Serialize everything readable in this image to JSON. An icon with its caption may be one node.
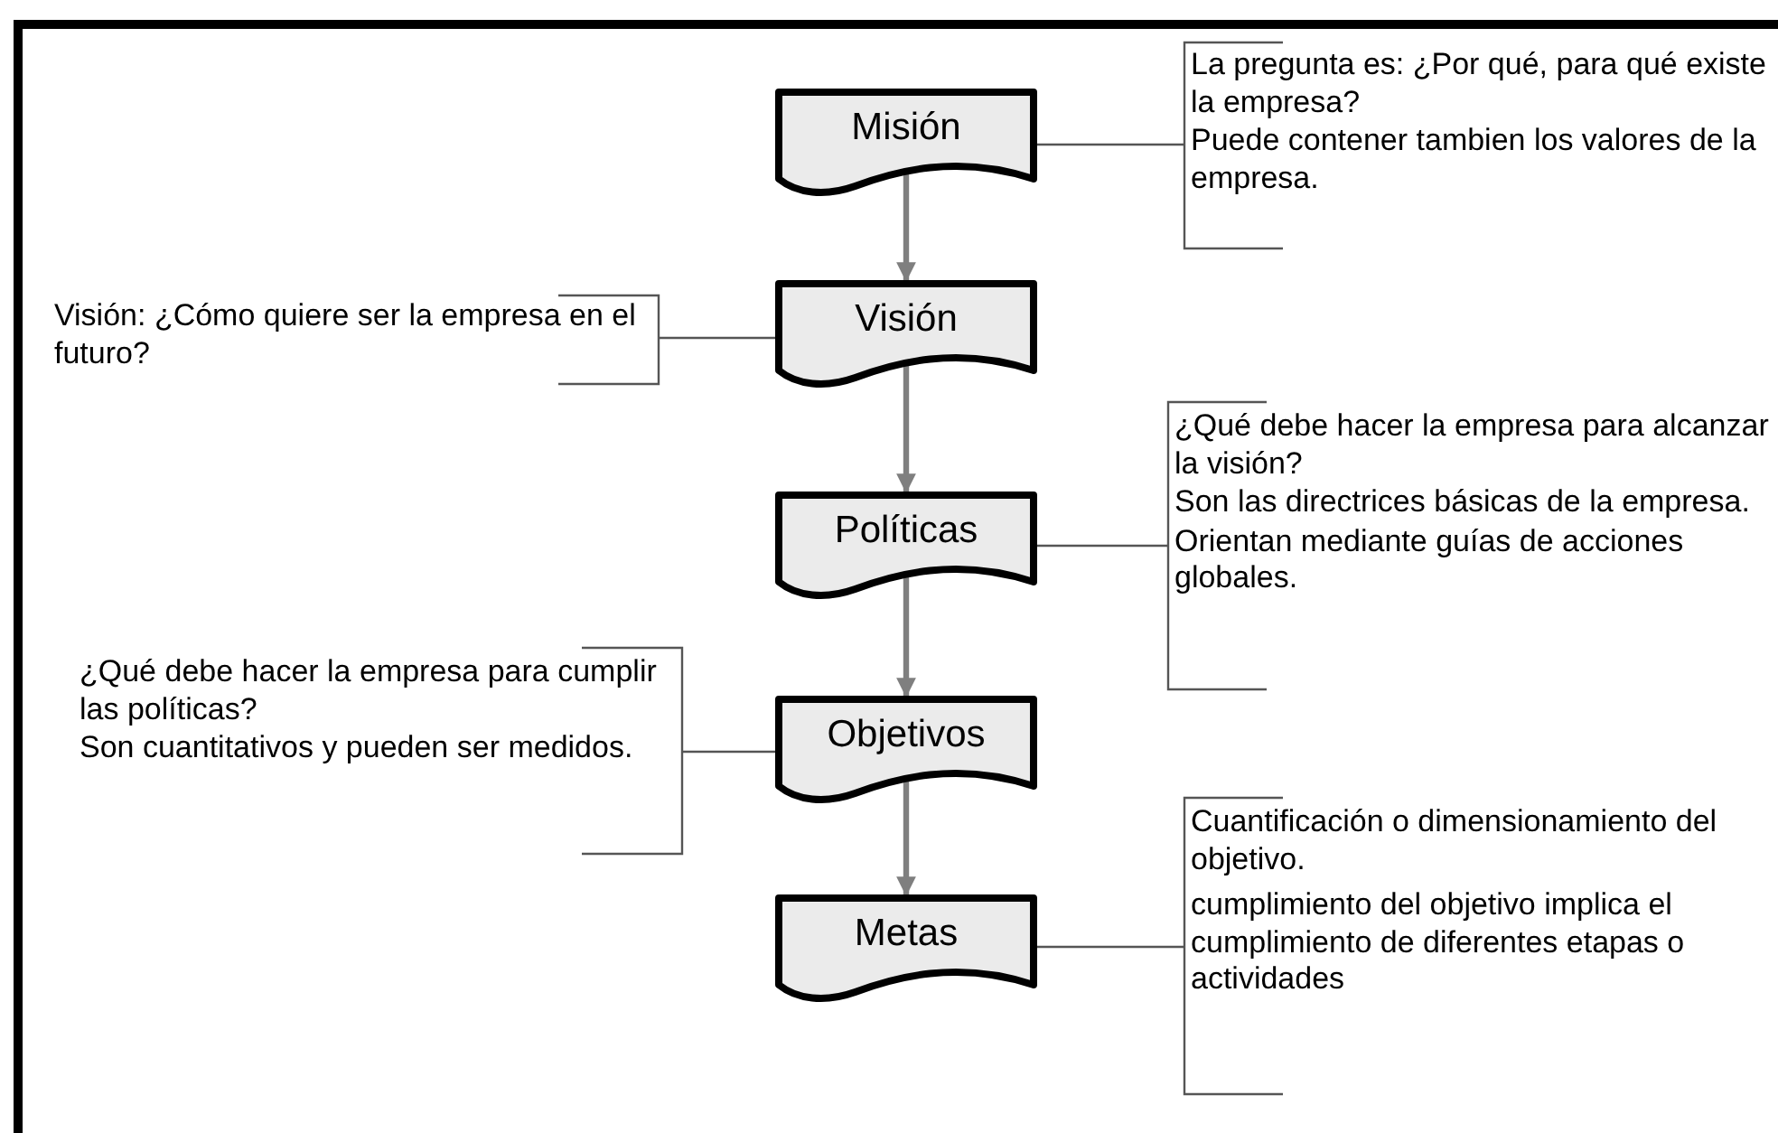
{
  "diagram": {
    "nodes": [
      {
        "text": [
          "Misión"
        ]
      },
      {
        "text": [
          "La pregunta es: ¿Por qué, para qué existe la empresa?",
          "Puede contener tambien los valores de la empresa."
        ]
      },
      {
        "text": [
          "Visión: ¿Cómo quiere ser la empresa en el futuro?"
        ]
      },
      {
        "text": [
          "Visión"
        ]
      },
      {
        "text": [
          "Políticas"
        ]
      },
      {
        "text": [
          "¿Qué debe hacer la empresa para alcanzar la visión?",
          "Son las directrices básicas de la empresa.",
          "Orientan mediante guías de acciones globales."
        ]
      },
      {
        "text": [
          "¿Qué debe hacer la empresa para cumplir las políticas?",
          "Son cuantitativos y pueden ser medidos."
        ]
      },
      {
        "text": [
          "Objetivos"
        ]
      },
      {
        "text": [
          "Metas"
        ]
      },
      {
        "text": [
          "Cuantificación o dimensionamiento del objetivo.",
          "cumplimiento del objetivo implica el cumplimiento de diferentes etapas o actividades"
        ]
      }
    ],
    "edges": [
      {
        "from": 0,
        "to": 3,
        "arrow": "to",
        "style": "thick",
        "color": "#7f7f7f"
      },
      {
        "from": 3,
        "to": 4,
        "arrow": "to",
        "style": "thick",
        "color": "#7f7f7f"
      },
      {
        "from": 4,
        "to": 7,
        "arrow": "to",
        "style": "thick",
        "color": "#7f7f7f"
      },
      {
        "from": 7,
        "to": 8,
        "arrow": "to",
        "style": "thick",
        "color": "#7f7f7f"
      },
      {
        "from": 1,
        "to": 0,
        "arrow": "none"
      },
      {
        "from": 2,
        "to": 3,
        "arrow": "none"
      },
      {
        "from": 5,
        "to": 4,
        "arrow": "none"
      },
      {
        "from": 6,
        "to": 7,
        "arrow": "none"
      },
      {
        "from": 9,
        "to": 8,
        "arrow": "none"
      }
    ]
  }
}
